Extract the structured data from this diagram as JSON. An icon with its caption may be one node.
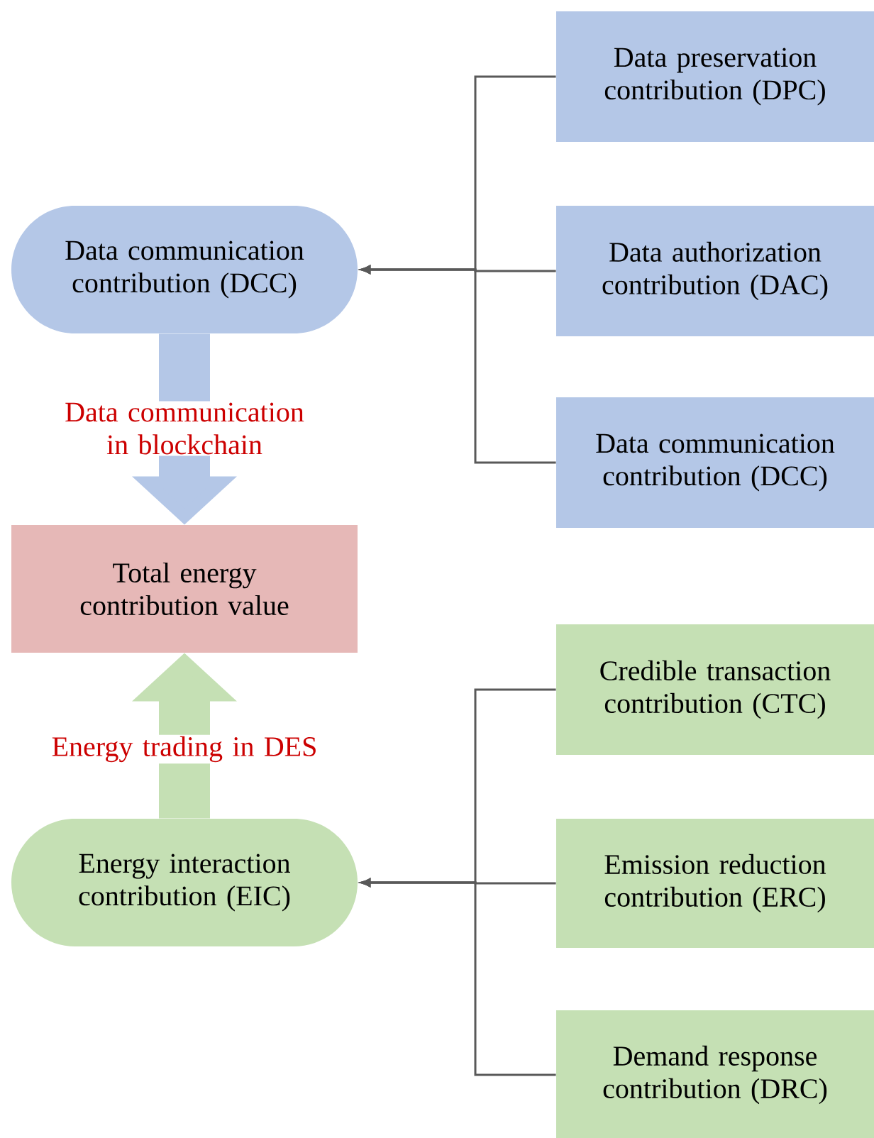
{
  "diagram": {
    "nodes": [
      {
        "text": [
          "Data communication contribution (DCC)"
        ]
      },
      {
        "text": [
          "Data preservation contribution (DPC)"
        ]
      },
      {
        "text": [
          "Data authorization contribution (DAC)"
        ]
      },
      {
        "text": [
          "Data communication contribution (DCC)"
        ]
      },
      {
        "text": [
          "Total energy contribution value"
        ]
      },
      {
        "text": [
          "Energy interaction contribution (EIC)"
        ]
      },
      {
        "text": [
          "Credible transaction contribution (CTC)"
        ]
      },
      {
        "text": [
          "Emission reduction contribution (ERC)"
        ]
      },
      {
        "text": [
          "Demand response contribution (DRC)"
        ]
      }
    ],
    "edges": [
      {
        "from": 1,
        "to": 0,
        "arrow": "to"
      },
      {
        "from": 2,
        "to": 0,
        "arrow": "to"
      },
      {
        "from": 3,
        "to": 0,
        "arrow": "to"
      },
      {
        "from": 0,
        "to": 4,
        "arrow": "to",
        "label": "Data communication in blockchain",
        "style": "thick",
        "color": "#b4c7e7"
      },
      {
        "from": 5,
        "to": 4,
        "arrow": "to",
        "label": "Energy trading in DES",
        "style": "thick",
        "color": "#c5e0b4"
      },
      {
        "from": 6,
        "to": 5,
        "arrow": "to"
      },
      {
        "from": 7,
        "to": 5,
        "arrow": "to"
      },
      {
        "from": 8,
        "to": 5,
        "arrow": "to"
      }
    ]
  }
}
